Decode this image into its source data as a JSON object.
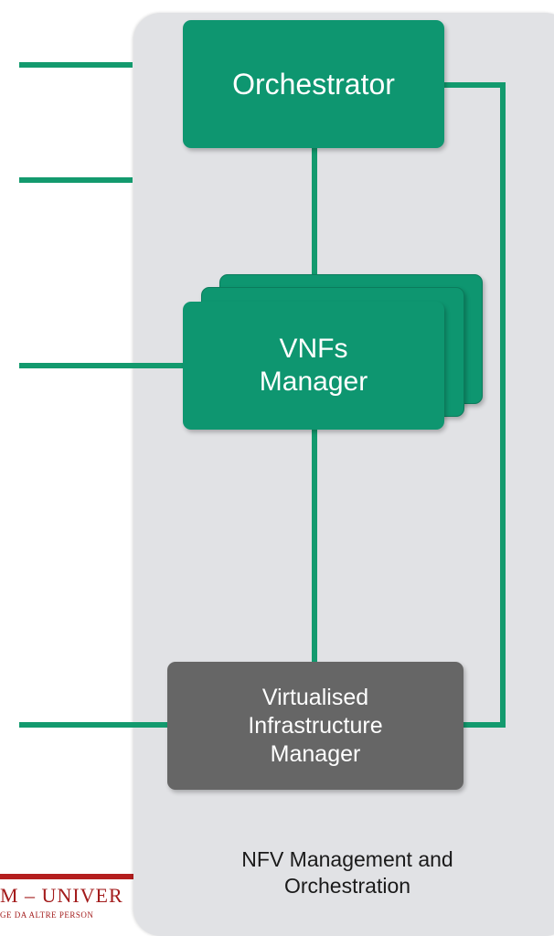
{
  "diagram": {
    "panel_label": "NFV Management and\nOrchestration",
    "nodes": {
      "orchestrator": "Orchestrator",
      "vnfs_manager": "VNFs\nManager",
      "vim": "Virtualised\nInfrastructure\nManager"
    }
  },
  "footer": {
    "logo_line1": "M – UNIVER",
    "logo_line2": "GE DA ALTRE PERSON"
  },
  "colors": {
    "node_green": "#0e9670",
    "connector_green": "#139a6e",
    "vim_gray": "#666666",
    "panel_gray": "#e1e2e5",
    "logo_red": "#a31c1c"
  }
}
